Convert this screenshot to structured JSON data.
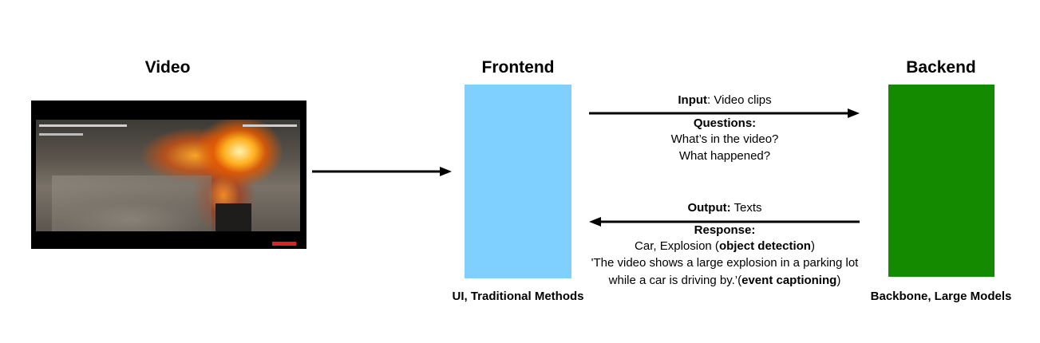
{
  "headings": {
    "video": "Video",
    "frontend": "Frontend",
    "backend": "Backend"
  },
  "captions": {
    "frontend": "UI, Traditional Methods",
    "backend": "Backbone, Large Models"
  },
  "input": {
    "label": "Input",
    "value": ": Video clips"
  },
  "questions": {
    "label": "Questions:",
    "lines": [
      "What’s in the video?",
      "What happened?"
    ]
  },
  "output": {
    "label": "Output:",
    "value": " Texts"
  },
  "response": {
    "label": "Response:",
    "line1_text": "Car, Explosion (",
    "line1_bold": "object detection",
    "line1_end": ")",
    "line2": "'The video shows a large explosion in a parking lot",
    "line3_text": "while a car is driving by.’(",
    "line3_bold": "event captioning",
    "line3_end": ")"
  },
  "colors": {
    "frontend": "#7fcfff",
    "backend": "#148a00",
    "arrow": "#000000"
  }
}
